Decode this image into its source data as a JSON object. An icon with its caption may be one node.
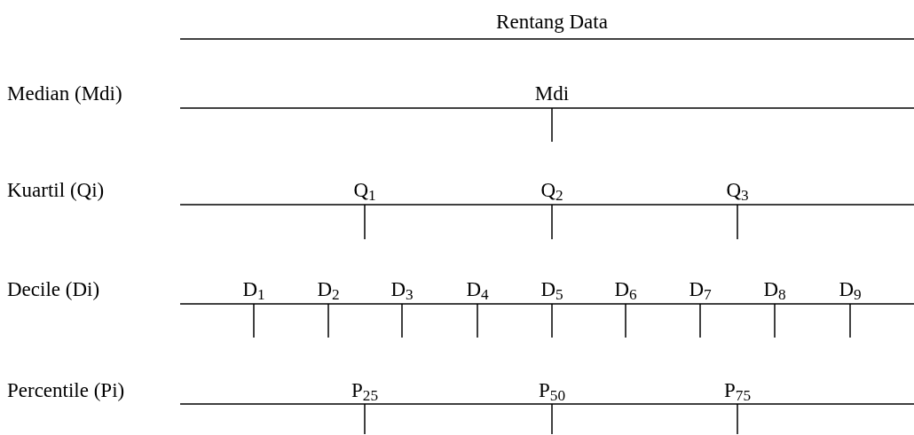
{
  "diagram": {
    "labels": [
      "Rentang Data",
      "Median (Mdi)",
      "Mdi",
      "Kuartil (Qi)",
      "Q$_{1}$",
      "Q$_{2}$",
      "Q$_{3}$",
      "Decile (Di)",
      "D$_{1}$",
      "D$_{2}$",
      "D$_{3}$",
      "D$_{4}$",
      "D$_{5}$",
      "D$_{6}$",
      "D$_{7}$",
      "D$_{8}$",
      "D$_{9}$",
      "Percentile (Pi)",
      "P$_{25}$",
      "P$_{50}$",
      "P$_{75}$"
    ]
  }
}
